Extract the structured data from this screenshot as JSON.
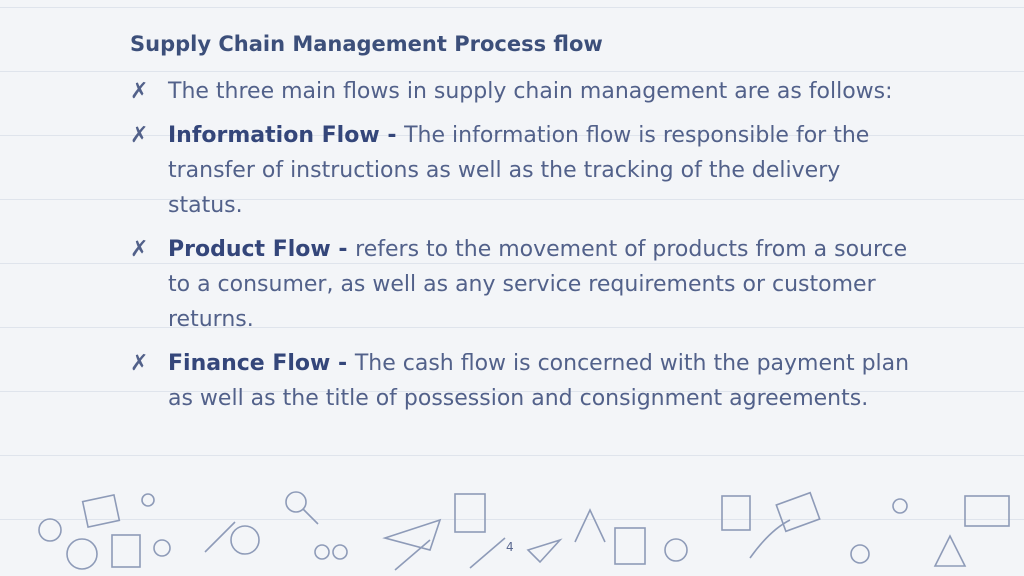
{
  "slide": {
    "title": "Supply Chain Management Process flow",
    "page_number": "4",
    "bullet_marker": "✗",
    "bullets": [
      {
        "lead": "",
        "text": "The three main flows in supply chain management are as follows:"
      },
      {
        "lead": "Information Flow - ",
        "text": "The information flow is responsible for the transfer of instructions as well as the tracking of the delivery status."
      },
      {
        "lead": "Product Flow - ",
        "text": "refers to the movement of products from a source to a consumer, as well as any service requirements or customer returns."
      },
      {
        "lead": "Finance Flow - ",
        "text": "The cash flow is concerned with the payment plan as well as the title of possession and consignment agreements."
      }
    ],
    "colors": {
      "title": "#3c4f7a",
      "body": "#52618a",
      "background": "#f3f5f8"
    }
  }
}
